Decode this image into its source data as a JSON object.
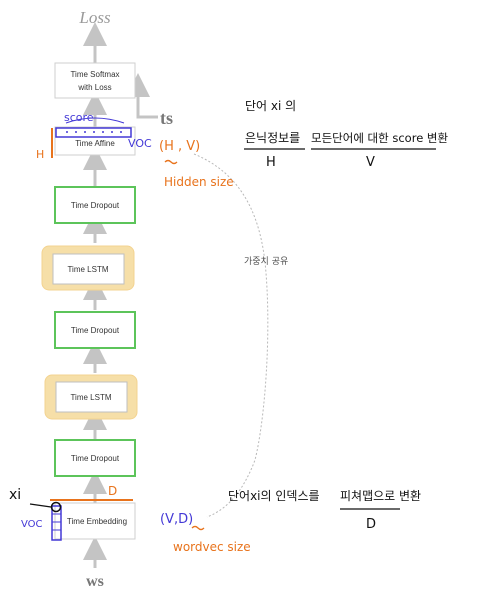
{
  "diagram": {
    "output_label": "Loss",
    "input_label": "ws",
    "target_label": "ts",
    "layers": {
      "softmax_line1": "Time Softmax",
      "softmax_line2": "with Loss",
      "affine": "Time Affine",
      "dropout_top": "Time Dropout",
      "lstm_top": "Time LSTM",
      "dropout_mid": "Time Dropout",
      "lstm_bottom": "Time LSTM",
      "dropout_bottom": "Time Dropout",
      "embedding": "Time Embedding"
    },
    "weight_sharing_label": "가중치 공유"
  },
  "annotations": {
    "score": "score",
    "h_left": "H",
    "voc_top": "VOC",
    "affine_shape": "(H , V)",
    "hidden_size": "Hidden size",
    "affine_note_line1": "단어 xi 의",
    "affine_note_line2a": "은닉정보를",
    "affine_note_line2b": "모든단어에 대한 score 변환",
    "affine_note_h": "H",
    "affine_note_v": "V",
    "xi": "xi",
    "voc_bottom": "VOC",
    "d_label": "D",
    "embed_shape": "(V,D)",
    "wordvec_size": "wordvec size",
    "embed_note_a": "단어xi의 인덱스를",
    "embed_note_b": "피쳐맵으로 변환",
    "embed_note_d": "D"
  },
  "colors": {
    "lstm_glow": "#f6dfa8",
    "green_border": "#5cc45a",
    "annotation_orange": "#e8731c",
    "annotation_blue": "#4338d6",
    "arrow_gray": "#c4c4c4"
  }
}
